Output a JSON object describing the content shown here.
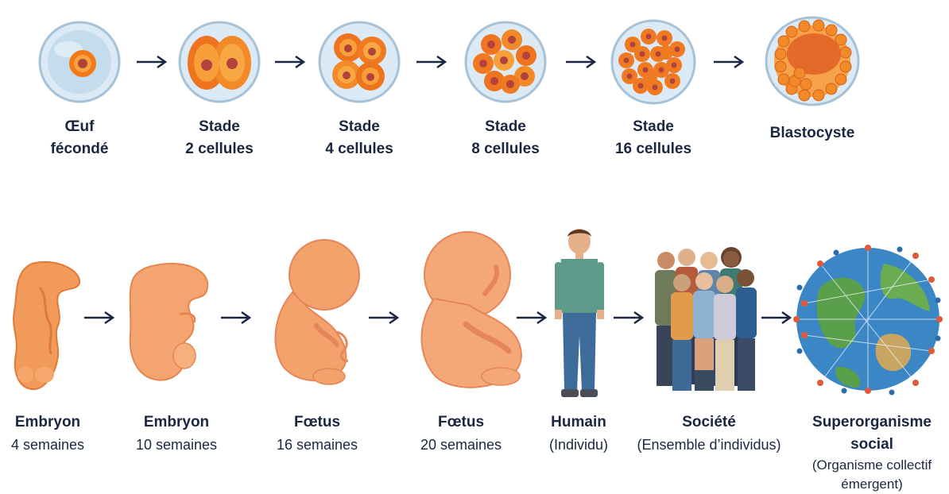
{
  "top_row": [
    {
      "line1": "Œuf",
      "line2": "fécondé"
    },
    {
      "line1": "Stade",
      "line2": "2 cellules"
    },
    {
      "line1": "Stade",
      "line2": "4 cellules"
    },
    {
      "line1": "Stade",
      "line2": "8 cellules"
    },
    {
      "line1": "Stade",
      "line2": "16 cellules"
    },
    {
      "line1": "Blastocyste"
    }
  ],
  "bottom_row": [
    {
      "title": "Embryon",
      "subtitle": "4 semaines"
    },
    {
      "title": "Embryon",
      "subtitle": "10 semaines"
    },
    {
      "title": "Fœtus",
      "subtitle": "16 semaines"
    },
    {
      "title": "Fœtus",
      "subtitle": "20 semaines"
    },
    {
      "title": "Humain",
      "subtitle": "(Individu)"
    },
    {
      "title": "Société",
      "subtitle": "(Ensemble d’individus)"
    },
    {
      "title": "Superorganisme",
      "title2": "social",
      "subtitle": "(Organisme collectif",
      "subtitle2": "émergent)"
    }
  ],
  "icons": [
    "arrow-right-icon"
  ],
  "colors": {
    "text": "#1b2740",
    "cell": "#f07a1a",
    "zona": "#cfe3ef",
    "skin": "#f29a6a"
  }
}
